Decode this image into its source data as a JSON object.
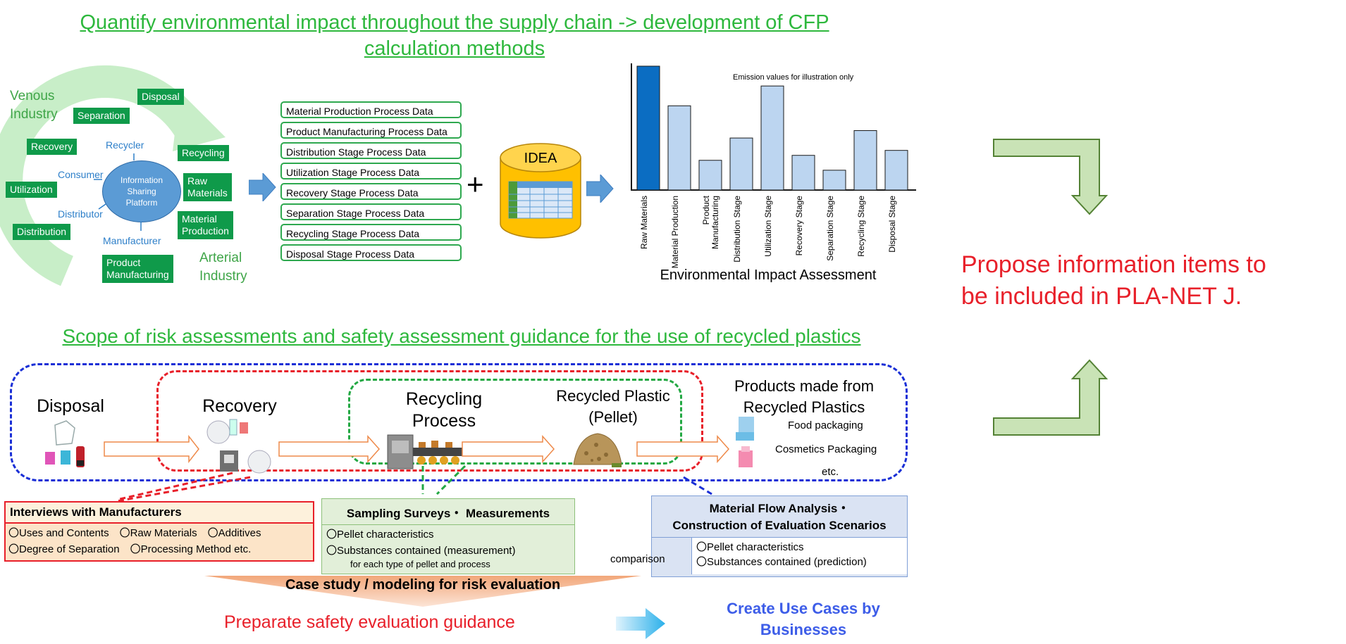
{
  "top": {
    "title_line1": "Quantify environmental impact throughout the supply chain -> development of CFP",
    "title_line2": "calculation methods",
    "cycle": {
      "venous": "Venous\nIndustry",
      "arterial": "Arterial\nIndustry",
      "center": "Information\nSharing\nPlatform",
      "roles": {
        "recycler": "Recycler",
        "consumer": "Consumer",
        "distributor": "Distributor",
        "manufacturer": "Manufacturer"
      },
      "boxes": {
        "disposal": "Disposal",
        "separation": "Separation",
        "recovery": "Recovery",
        "recycling": "Recycling",
        "raw_materials": "Raw\nMaterials",
        "utilization": "Utilization",
        "material_production": "Material\nProduction",
        "distribution": "Distribution",
        "product_manufacturing": "Product\nManufacturing"
      }
    },
    "process_data": [
      "Material Production Process Data",
      "Product Manufacturing Process Data",
      "Distribution Stage Process Data",
      "Utilization Stage Process Data",
      "Recovery Stage Process Data",
      "Separation Stage Process Data",
      "Recycling Stage Process Data",
      "Disposal Stage Process Data"
    ],
    "plus": "+",
    "database_label": "IDEA",
    "chart_note": "Emission values for illustration only",
    "chart_caption": "Environmental Impact Assessment"
  },
  "chart_data": {
    "type": "bar",
    "categories": [
      "Raw Materials",
      "Material Production",
      "Product Manufacturing",
      "Distribution Stage",
      "Utilization Stage",
      "Recovery Stage",
      "Separation Stage",
      "Recycling Stage",
      "Disposal Stage"
    ],
    "values": [
      100,
      68,
      24,
      42,
      84,
      28,
      16,
      48,
      32
    ],
    "ylim": [
      0,
      100
    ],
    "colors": {
      "highlight": "#0b6dc2",
      "bar": "#bcd5f0",
      "edge": "#1a1a1a"
    },
    "title": "Emission values for illustration only",
    "xlabel": "Environmental Impact Assessment",
    "ylabel": ""
  },
  "right": {
    "propose_text": "Propose information items to\nbe included in PLA-NET J."
  },
  "bottom": {
    "title": "Scope of risk assessments and safety assessment guidance for the use of recycled plastics",
    "stages": {
      "disposal": "Disposal",
      "recovery": "Recovery",
      "recycling_process": "Recycling\nProcess",
      "recycled_plastic": "Recycled Plastic\n(Pellet)",
      "products": "Products made from\nRecycled Plastics"
    },
    "product_items": {
      "food": "Food packaging",
      "cosmetics": "Cosmetics Packaging",
      "etc": "etc."
    },
    "interviews": {
      "title": "Interviews with Manufacturers",
      "line1": "〇Uses and Contents　〇Raw Materials　〇Additives",
      "line2": "〇Degree of Separation　〇Processing Method etc."
    },
    "sampling": {
      "title": "Sampling Surveys・ Measurements",
      "line1": "〇Pellet characteristics",
      "line2": "〇Substances contained (measurement)",
      "line3": "for each type of pellet and process"
    },
    "mfa": {
      "title": "Material Flow Analysis・\nConstruction of Evaluation Scenarios",
      "line1": "〇Pellet characteristics",
      "line2": "〇Substances contained (prediction)"
    },
    "comparison": "comparison",
    "case_study": "Case study / modeling for risk evaluation",
    "guidance": "Preparate safety evaluation guidance",
    "use_cases": "Create Use Cases by\nBusinesses"
  }
}
